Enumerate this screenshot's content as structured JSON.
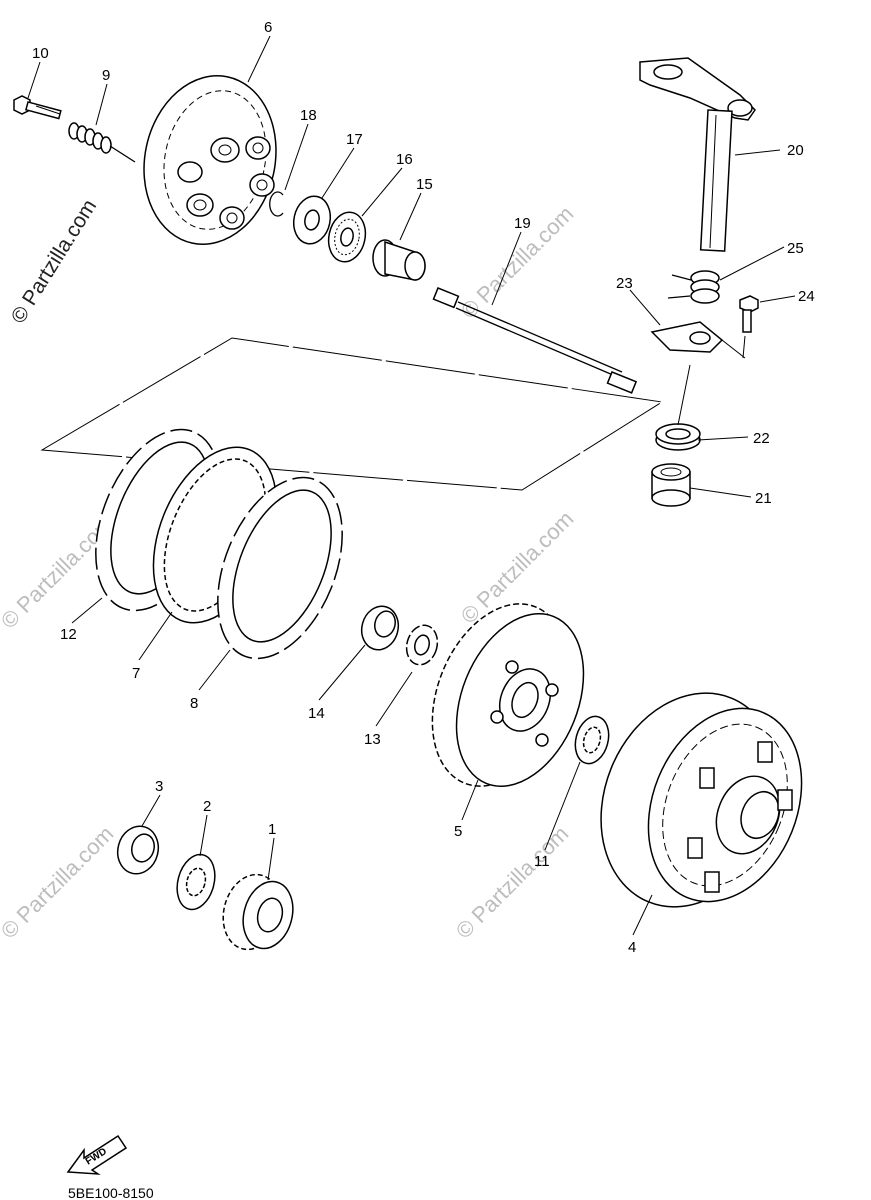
{
  "diagram": {
    "reference_code": "5BE100-8150",
    "watermark_text": "© Partzilla.com",
    "fwd_label": "FWD",
    "callouts": [
      "1",
      "2",
      "3",
      "4",
      "5",
      "6",
      "7",
      "8",
      "9",
      "10",
      "11",
      "12",
      "13",
      "14",
      "15",
      "16",
      "17",
      "18",
      "19",
      "20",
      "21",
      "22",
      "23",
      "24",
      "25"
    ]
  }
}
